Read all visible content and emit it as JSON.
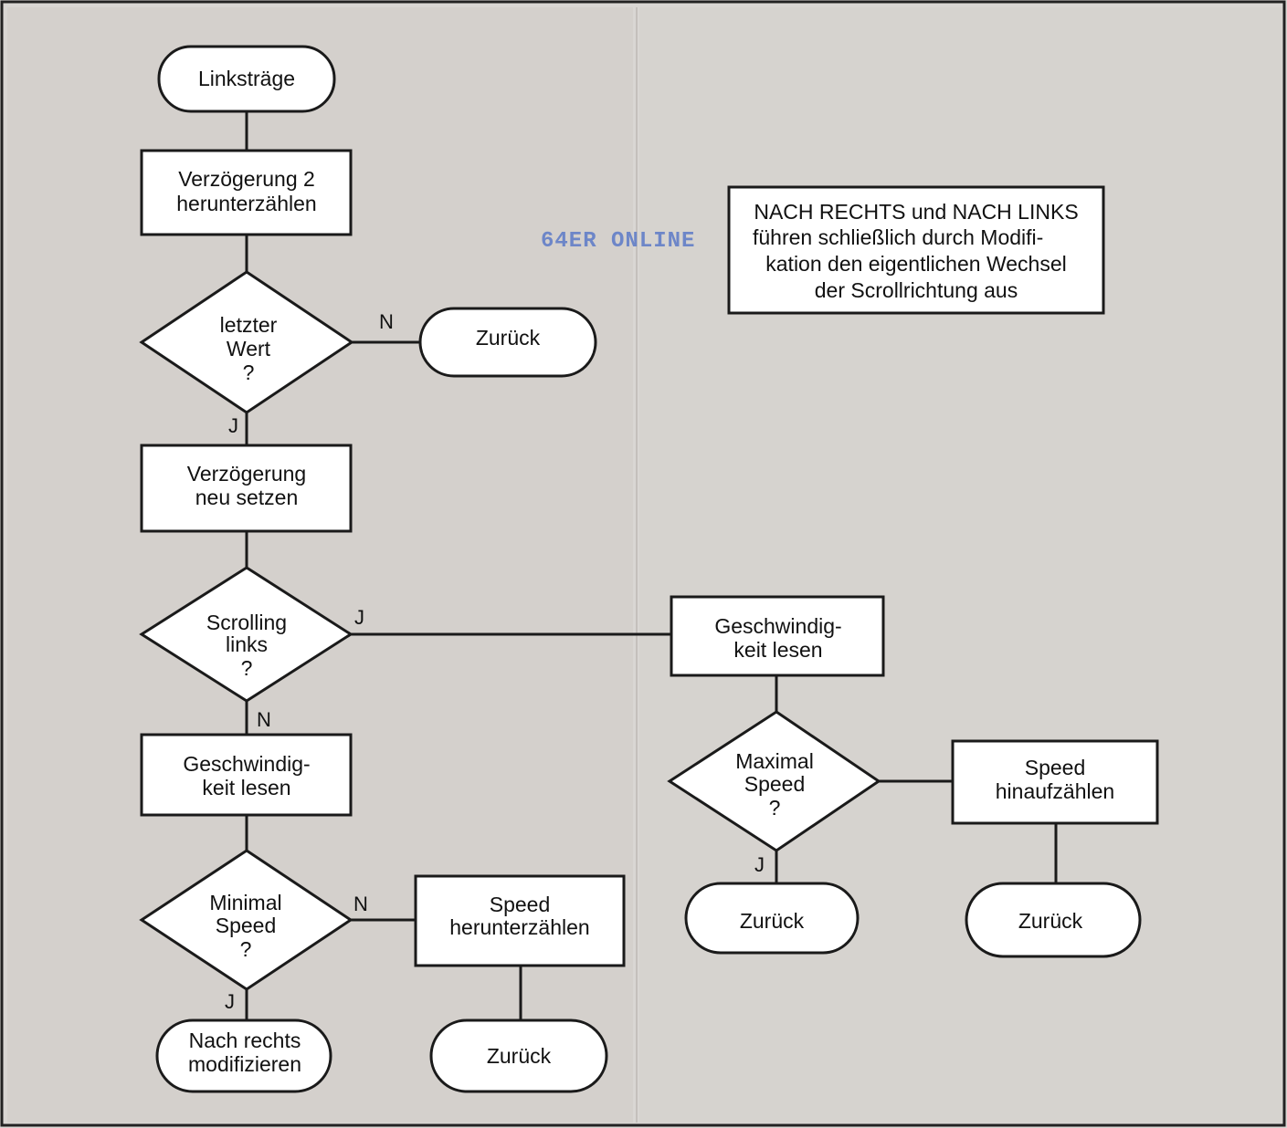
{
  "watermark": "64ER ONLINE",
  "note": [
    "NACH RECHTS und NACH LINKS",
    "führen schließlich durch Modifi-",
    "kation den eigentlichen Wechsel",
    "der Scrollrichtung aus"
  ],
  "nodes": {
    "linkstraege": [
      "Linksträge"
    ],
    "verz2": [
      "Verzögerung 2",
      "herunterzählen"
    ],
    "letzter": [
      "letzter",
      "Wert",
      "?"
    ],
    "zurueck1": [
      "Zurück"
    ],
    "verzneu": [
      "Verzögerung",
      "neu setzen"
    ],
    "scrolling": [
      "Scrolling",
      "links",
      "?"
    ],
    "geschw1": [
      "Geschwindig-",
      "keit lesen"
    ],
    "minimal": [
      "Minimal",
      "Speed",
      "?"
    ],
    "speedrunter": [
      "Speed",
      "herunterzählen"
    ],
    "nachrechts": [
      "Nach rechts",
      "modifizieren"
    ],
    "zurueck2": [
      "Zurück"
    ],
    "geschw2": [
      "Geschwindig-",
      "keit lesen"
    ],
    "maximal": [
      "Maximal",
      "Speed",
      "?"
    ],
    "speedhinauf": [
      "Speed",
      "hinaufzählen"
    ],
    "zurueck3": [
      "Zurück"
    ],
    "zurueck4": [
      "Zurück"
    ]
  },
  "edge_labels": {
    "letzter_no": "N",
    "letzter_yes": "J",
    "scrolling_yes": "J",
    "scrolling_no": "N",
    "minimal_no": "N",
    "minimal_yes": "J",
    "maximal_yes": "J"
  }
}
